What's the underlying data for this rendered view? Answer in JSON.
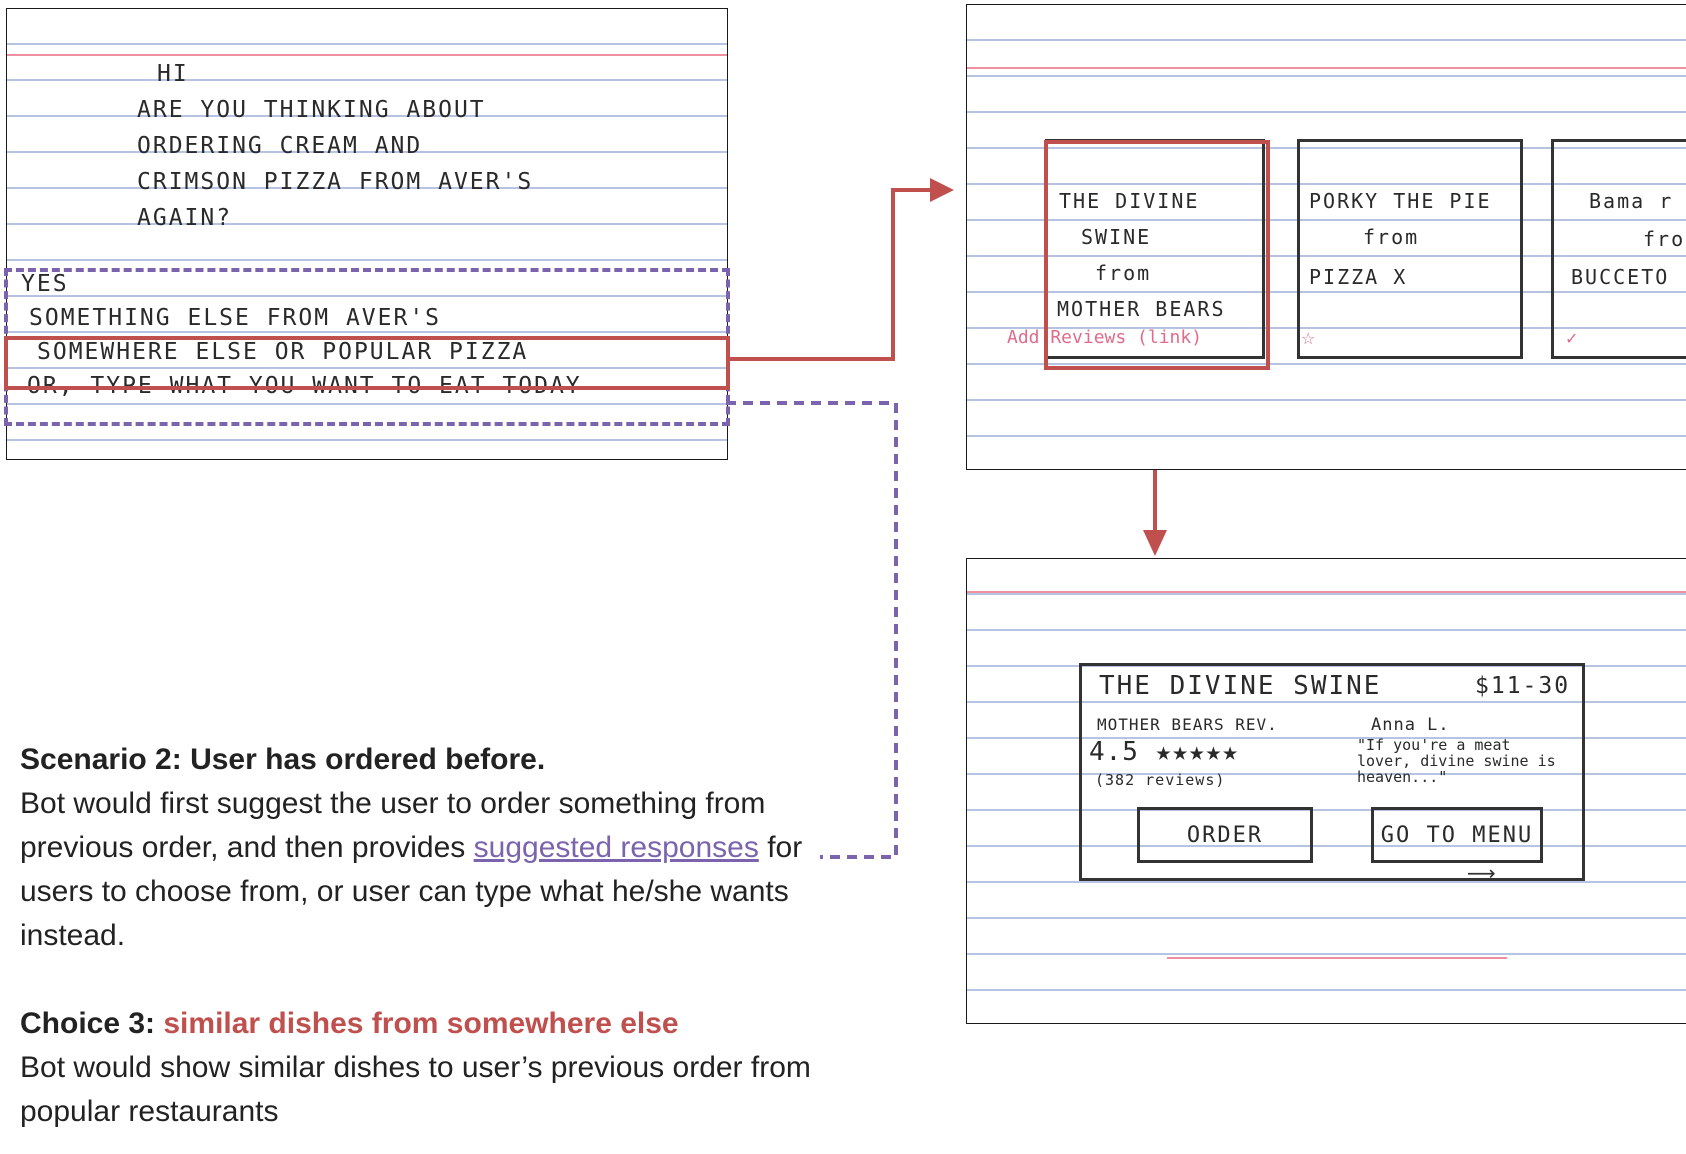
{
  "chat_card": {
    "greeting_lines": [
      "HI",
      "ARE YOU THINKING ABOUT",
      "ORDERING CREAM AND",
      "CRIMSON PIZZA FROM AVER'S",
      "AGAIN?"
    ],
    "options": [
      "YES",
      "SOMETHING ELSE FROM AVER'S",
      "SOMEWHERE ELSE OR POPULAR PIZZA",
      "OR, TYPE WHAT YOU WANT TO EAT TODAY"
    ]
  },
  "carousel_card": {
    "tiles": [
      {
        "lines": [
          "THE DIVINE",
          "SWINE",
          "from",
          "MOTHER BEARS"
        ],
        "footer": "Add Reviews (link)"
      },
      {
        "lines": [
          "PORKY THE PIE",
          "from",
          "PIZZA X"
        ]
      },
      {
        "lines": [
          "Bama r",
          "fron",
          "BUCCETO"
        ]
      }
    ]
  },
  "detail_card": {
    "title": "THE DIVINE SWINE",
    "price": "$11-30",
    "rev_label": "MOTHER BEARS REV.",
    "rating": "4.5 ★★★★★",
    "reviews": "(382 reviews)",
    "reviewer": "Anna L.",
    "quote": "\"If you're a meat lover, divine swine is heaven...\"",
    "order_button": "ORDER",
    "menu_button": "GO TO MENU"
  },
  "description": {
    "scenario_title": "Scenario 2: User has ordered before.",
    "scenario_text_a": "Bot would first suggest the user to order something from previous order, and then provides",
    "scenario_link": "suggested responses",
    "scenario_text_b": "for users to choose from, or user can type what he/she wants instead.",
    "choice_label": "Choice 3:",
    "choice_highlight": "similar dishes from somewhere else",
    "choice_text": "Bot would show similar dishes to user’s previous order from popular restaurants"
  },
  "colors": {
    "accent_red": "#c0504d",
    "accent_purple": "#7b64ad",
    "ruled_line": "#b7c3e3",
    "margin_line": "#f08fa0"
  }
}
